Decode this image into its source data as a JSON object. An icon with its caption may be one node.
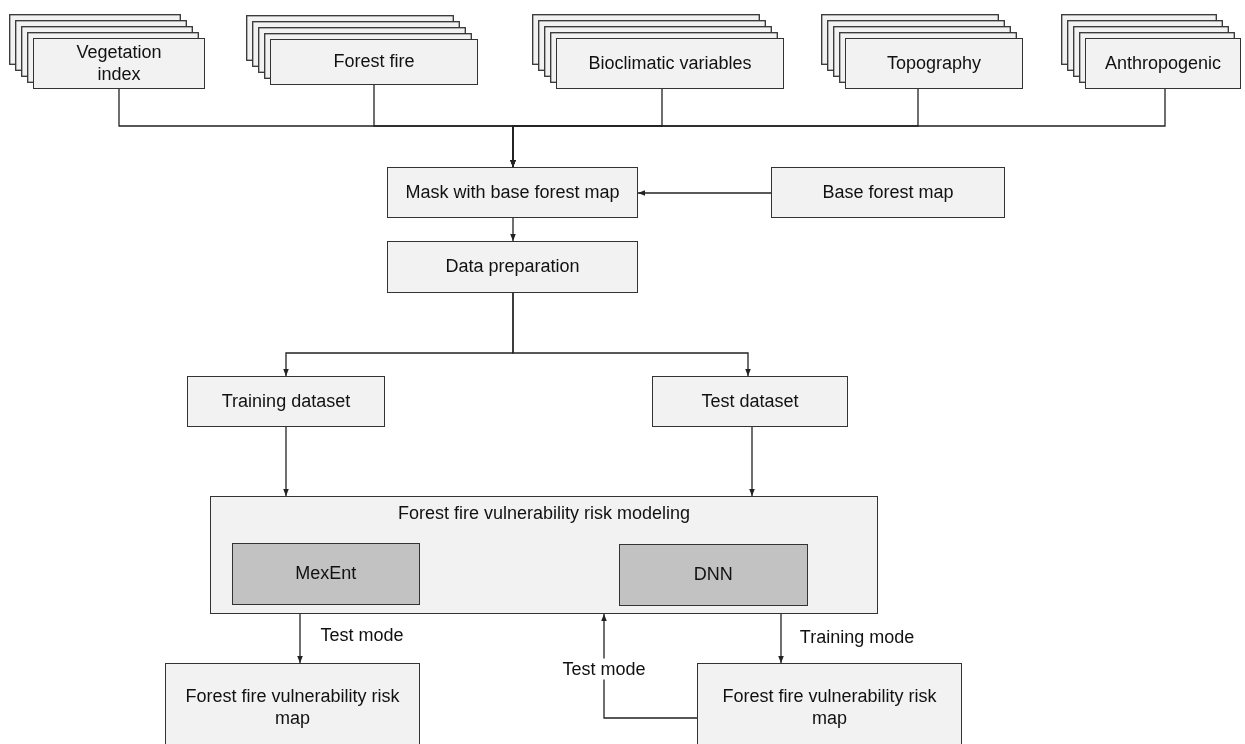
{
  "diagram": {
    "nodes": [
      {
        "text": [
          "Vegetation index"
        ]
      },
      {
        "text": [
          "Forest fire"
        ]
      },
      {
        "text": [
          "Bioclimatic variables"
        ]
      },
      {
        "text": [
          "Topography"
        ]
      },
      {
        "text": [
          "Anthropogenic"
        ]
      },
      {
        "text": [
          "Mask with base forest map"
        ]
      },
      {
        "text": [
          "Base forest map"
        ]
      },
      {
        "text": [
          "Data preparation"
        ]
      },
      {
        "text": [
          "Training dataset"
        ]
      },
      {
        "text": [
          "Test dataset"
        ]
      },
      {
        "text": [
          "Forest fire vulnerability risk modeling"
        ]
      },
      {
        "text": [
          "MexEnt"
        ],
        "in": 10
      },
      {
        "text": [
          "DNN"
        ],
        "in": 10
      },
      {
        "text": [
          "Forest fire vulnerability risk map"
        ]
      },
      {
        "text": [
          "Forest fire vulnerability risk map"
        ]
      }
    ],
    "edges": [
      {
        "from": 0,
        "to": 5,
        "arrow": "to"
      },
      {
        "from": 1,
        "to": 5,
        "arrow": "to"
      },
      {
        "from": 2,
        "to": 5,
        "arrow": "to"
      },
      {
        "from": 3,
        "to": 5,
        "arrow": "to"
      },
      {
        "from": 4,
        "to": 5,
        "arrow": "to"
      },
      {
        "from": 6,
        "to": 5,
        "arrow": "to"
      },
      {
        "from": 5,
        "to": 7,
        "arrow": "to"
      },
      {
        "from": 7,
        "to": 8,
        "arrow": "to"
      },
      {
        "from": 7,
        "to": 9,
        "arrow": "to"
      },
      {
        "from": 8,
        "to": 10,
        "arrow": "to"
      },
      {
        "from": 9,
        "to": 10,
        "arrow": "to"
      },
      {
        "from": 10,
        "to": 13,
        "arrow": "to",
        "label": "Test mode"
      },
      {
        "from": 10,
        "to": 14,
        "arrow": "to",
        "label": "Training mode"
      },
      {
        "from": 14,
        "to": 10,
        "arrow": "to",
        "label": "Test mode"
      }
    ]
  }
}
